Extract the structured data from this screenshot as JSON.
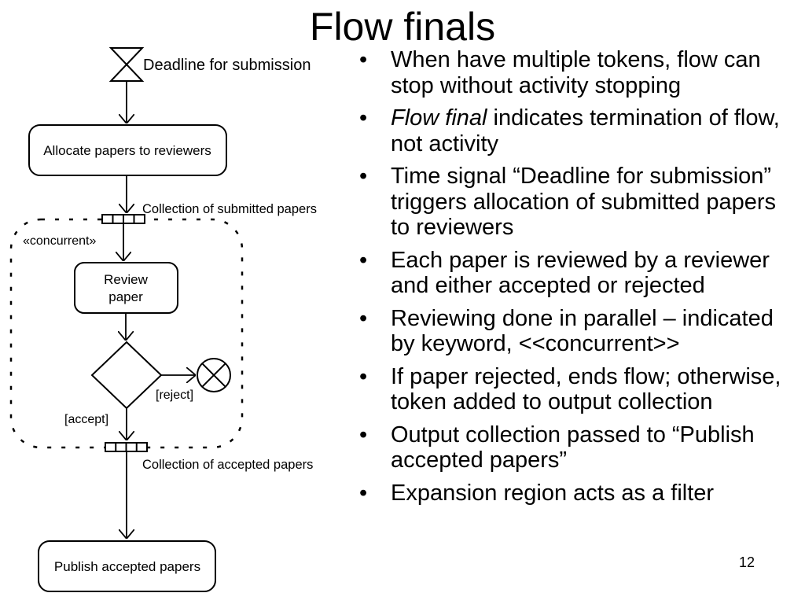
{
  "slide": {
    "title": "Flow finals",
    "page_number": "12"
  },
  "diagram": {
    "time_signal_label": "Deadline for submission",
    "allocate_action": "Allocate papers to reviewers",
    "input_pin_label": "Collection of submitted papers",
    "region_keyword": "«concurrent»",
    "review_action_line1": "Review",
    "review_action_line2": "paper",
    "reject_guard": "[reject]",
    "accept_guard": "[accept]",
    "output_pin_label": "Collection of accepted papers",
    "publish_action": "Publish accepted papers"
  },
  "bullets": [
    {
      "text": "When have multiple tokens, flow can stop without activity stopping"
    },
    {
      "emphasis": "Flow final",
      "text": " indicates termination of flow, not activity"
    },
    {
      "text": "Time signal “Deadline for submission” triggers allocation of submitted papers to reviewers"
    },
    {
      "text": "Each paper is reviewed by a reviewer and either accepted or rejected"
    },
    {
      "text": "Reviewing done in parallel – indicated by keyword, <<concurrent>>"
    },
    {
      "text": "If paper rejected, ends flow; otherwise, token added to output collection"
    },
    {
      "text": "Output collection passed to “Publish accepted papers”"
    },
    {
      "text": "Expansion region acts as a filter"
    }
  ]
}
